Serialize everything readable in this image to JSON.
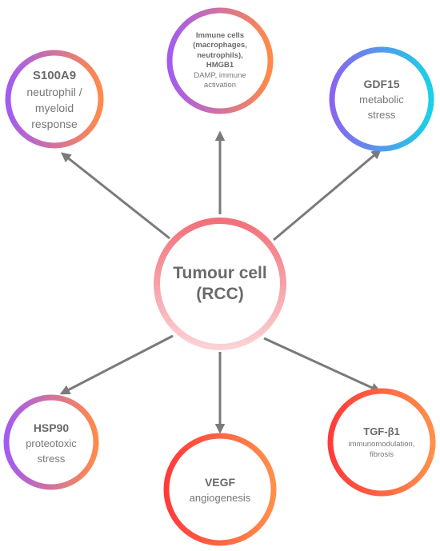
{
  "center": {
    "title_line1": "Tumour cell",
    "title_line2": "(RCC)"
  },
  "nodes": {
    "s100a9": {
      "title": "S100A9",
      "sub_line1": "neutrophil /",
      "sub_line2": "myeloid",
      "sub_line3": "response"
    },
    "immune": {
      "title_line1": "Immune cells",
      "title_line2": "(macrophages,",
      "title_line3": "neutrophils),",
      "title_line4": "HMGB1",
      "sub_line1": "DAMP, immune",
      "sub_line2": "activation"
    },
    "gdf15": {
      "title": "GDF15",
      "sub_line1": "metabolic",
      "sub_line2": "stress"
    },
    "hsp90": {
      "title": "HSP90",
      "sub_line1": "proteotoxic",
      "sub_line2": "stress"
    },
    "vegf": {
      "title": "VEGF",
      "sub_line1": "angiogenesis"
    },
    "tgfb1": {
      "title": "TGF-β1",
      "sub_line1": "immunomodulation,",
      "sub_line2": "fibrosis"
    }
  },
  "colors": {
    "arrow": "#7a7a7a",
    "center_gradient": [
      "#f2707a",
      "#fbd0d2"
    ],
    "purple_orange": [
      "#a25cf0",
      "#ff8a4a"
    ],
    "blue_cyan": [
      "#8a64f0",
      "#1ad1e6"
    ],
    "red_orange": [
      "#ff3b3b",
      "#ff8f4a"
    ]
  }
}
